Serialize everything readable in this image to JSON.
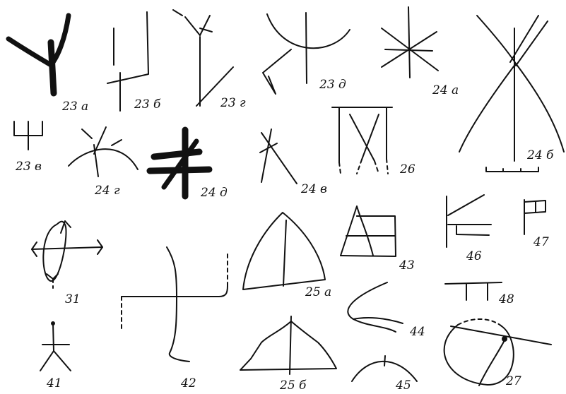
{
  "labels": {
    "l23a": "23 a",
    "l23b": "23 б",
    "l23g": "23 г",
    "l23d": "23 д",
    "l24a": "24 а",
    "l24b": "24 б",
    "l23v": "23 в",
    "l24g": "24 г",
    "l24d": "24 д",
    "l24v": "24 в",
    "l26": "26",
    "l31": "31",
    "l42": "42",
    "l25a": "25 а",
    "l43": "43",
    "l46": "46",
    "l47": "47",
    "l48": "48",
    "l44": "44",
    "l27": "27",
    "l41": "41",
    "l25b": "25 б",
    "l45": "45"
  }
}
